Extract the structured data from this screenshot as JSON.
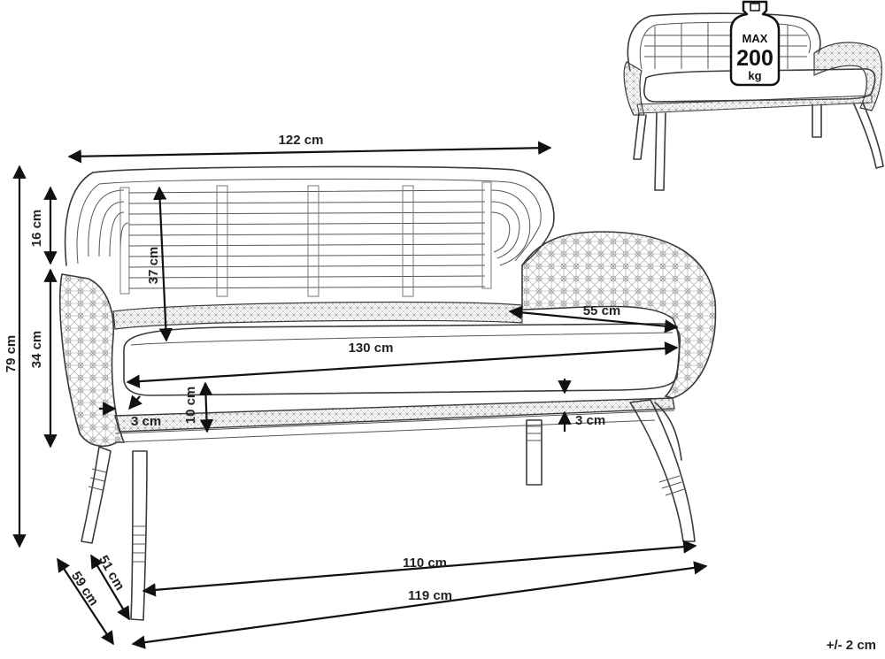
{
  "dimensions": {
    "total_width": "122 cm",
    "total_height": "79 cm",
    "backrest_top": "16 cm",
    "backrest_height": "37 cm",
    "armrest_height": "34 cm",
    "seat_depth": "55 cm",
    "seat_width": "130 cm",
    "cushion_thickness": "10 cm",
    "frame_gap_left": "3 cm",
    "frame_gap_right": "3 cm",
    "inner_leg_width": "110 cm",
    "outer_leg_width": "119 cm",
    "inner_depth": "51 cm",
    "outer_depth": "59 cm"
  },
  "badge": {
    "line1": "MAX",
    "line2": "200",
    "line3": "kg"
  },
  "tolerance": "+/- 2 cm"
}
